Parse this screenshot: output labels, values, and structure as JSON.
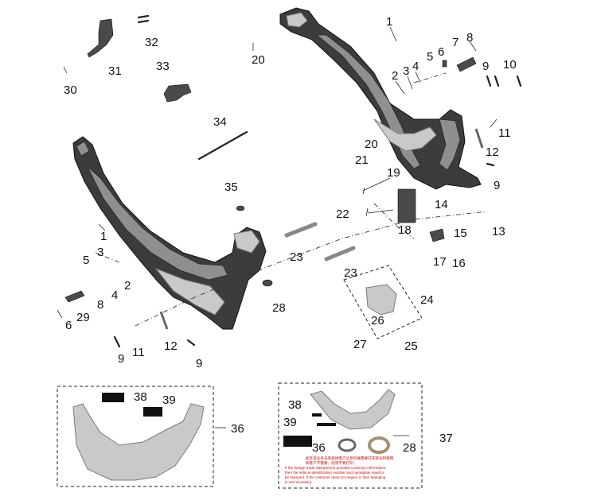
{
  "callouts": {
    "n1a": "1",
    "n2a": "2",
    "n3a": "3",
    "n4a": "4",
    "n5a": "5",
    "n6a": "6",
    "n7": "7",
    "n8a": "8",
    "n9a": "9",
    "n10": "10",
    "n11a": "11",
    "n12a": "12",
    "n13": "13",
    "n14": "14",
    "n15": "15",
    "n16": "16",
    "n17": "17",
    "n18": "18",
    "n19": "19",
    "n20a": "20",
    "n20b": "20",
    "n21": "21",
    "n22": "22",
    "n23a": "23",
    "n23b": "23",
    "n24": "24",
    "n25": "25",
    "n26": "26",
    "n27": "27",
    "n28a": "28",
    "n30": "30",
    "n31": "31",
    "n32": "32",
    "n33": "33",
    "n34": "34",
    "n35": "35",
    "n1b": "1",
    "n2b": "2",
    "n3b": "3",
    "n4b": "4",
    "n5b": "5",
    "n6b": "6",
    "n8b": "8",
    "n29": "29",
    "n9b": "9",
    "n9c": "9",
    "n11b": "11",
    "n12b": "12",
    "n9d": "9",
    "n36a": "36",
    "n38a": "38",
    "n39a": "39",
    "n37": "37",
    "n38b": "38",
    "n39b": "39",
    "n36b": "36",
    "n28b": "28"
  },
  "warning_text": {
    "line1": "如外贸业务员有提供客户信息的做需要打车架号和铭牌,",
    "line2": "如客户不需要，则须不要打印。",
    "line3": "If the foreign trade salesperson provides customer information,",
    "line4": "then the vehicle identification number and nameplate need to",
    "line5": "be stamped. If the customer does not require it, then stamping",
    "line6": "is not necessary."
  },
  "colors": {
    "frame_dark": "#3c3c3c",
    "frame_light": "#c9c9c9",
    "warning_red": "#d10000"
  }
}
